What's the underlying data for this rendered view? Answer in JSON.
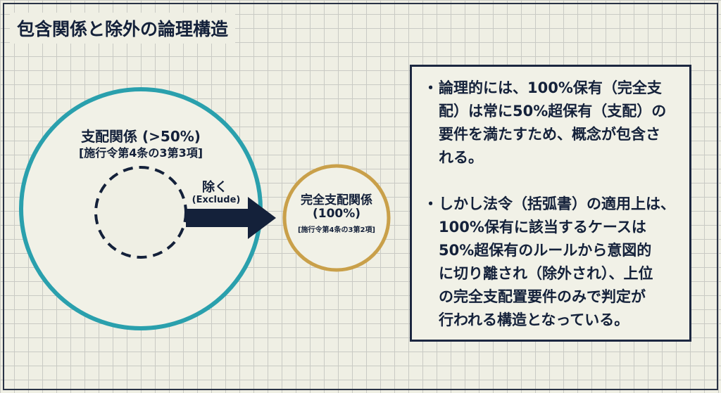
{
  "title": "包含関係と除外の論理構造",
  "outer_circle": {
    "label": "支配関係 (>50%)",
    "ref": "[施行令第4条の3第3項]",
    "color": "#2aa0ad"
  },
  "arrow": {
    "label": "除く",
    "sub": "(Exclude)",
    "color": "#14213a"
  },
  "inner_circle": {
    "label": "完全支配関係",
    "pct": "(100%)",
    "ref": "[施行令第4条の3第2項]",
    "color": "#c9a04a"
  },
  "bullets": [
    {
      "mark": "・",
      "lines": [
        "論理的には、100%保有（完全支",
        "配）は常に50%超保有（支配）の",
        "要件を満たすため、概念が包含さ",
        "れる。"
      ]
    },
    {
      "mark": "・",
      "lines": [
        "しかし法令（括弧書）の適用上は、",
        "100%保有に該当するケースは",
        "50%超保有のルールから意図的",
        "に切り離され（除外され）、上位",
        "の完全支配置要件のみで判定が",
        "行われる構造となっている。"
      ]
    }
  ]
}
